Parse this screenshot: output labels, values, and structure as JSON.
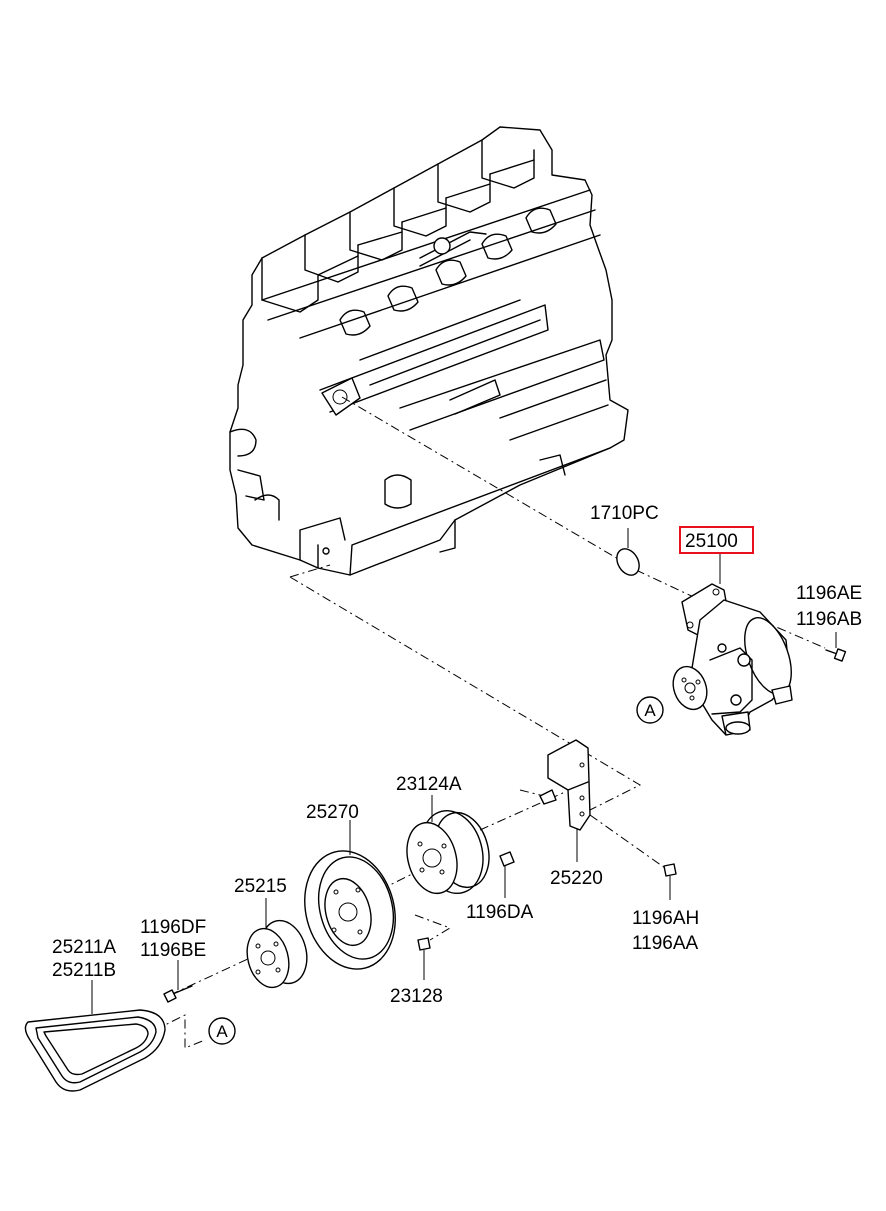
{
  "highlight_color": "#e8101e",
  "labels": {
    "p1710PC": "1710PC",
    "p25100": "25100",
    "p1196AE": "1196AE",
    "p1196AB": "1196AB",
    "refA1": "A",
    "p23124A": "23124A",
    "p25270": "25270",
    "p25215": "25215",
    "p25220": "25220",
    "p1196DA": "1196DA",
    "p1196DF": "1196DF",
    "p1196BE": "1196BE",
    "p25211A": "25211A",
    "p25211B": "25211B",
    "p23128": "23128",
    "p1196AH": "1196AH",
    "p1196AA": "1196AA",
    "refA2": "A"
  }
}
